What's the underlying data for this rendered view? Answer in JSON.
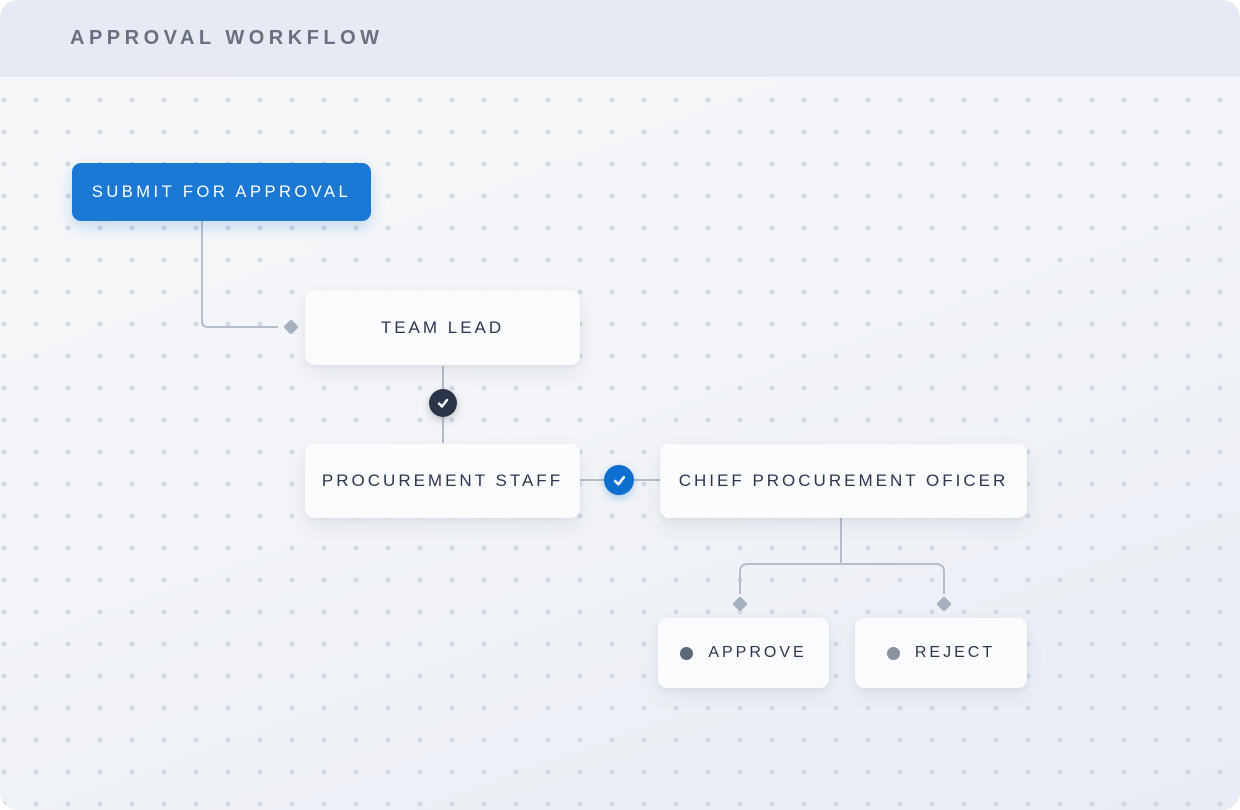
{
  "header": {
    "title": "APPROVAL WORKFLOW"
  },
  "workflow": {
    "submit_button": "SUBMIT FOR APPROVAL",
    "nodes": {
      "team_lead": "TEAM LEAD",
      "procurement_staff": "PROCUREMENT STAFF",
      "chief_procurement_officer": "CHIEF PROCUREMENT OFICER"
    },
    "decisions": {
      "approve": "APPROVE",
      "reject": "REJECT"
    },
    "icons": {
      "step_complete_dark": "check-icon",
      "step_complete_blue": "check-icon",
      "approve_marker": "dot-icon",
      "reject_marker": "dot-icon",
      "edge_arrowhead": "diamond-arrow-icon"
    },
    "colors": {
      "accent_blue": "#1b78d3",
      "badge_blue": "#0f6fd0",
      "badge_dark_navy": "#2b3447",
      "node_background": "#fafbfd",
      "node_text": "#2b3550",
      "connector": "#b6bdca",
      "arrowhead": "#a7b0bf",
      "header_background": "#e7eaf2",
      "header_text": "#6a7080",
      "canvas_top": "#f6f7f9",
      "canvas_bottom": "#e8ecf4",
      "dot_grid": "#d3d8e2"
    }
  }
}
